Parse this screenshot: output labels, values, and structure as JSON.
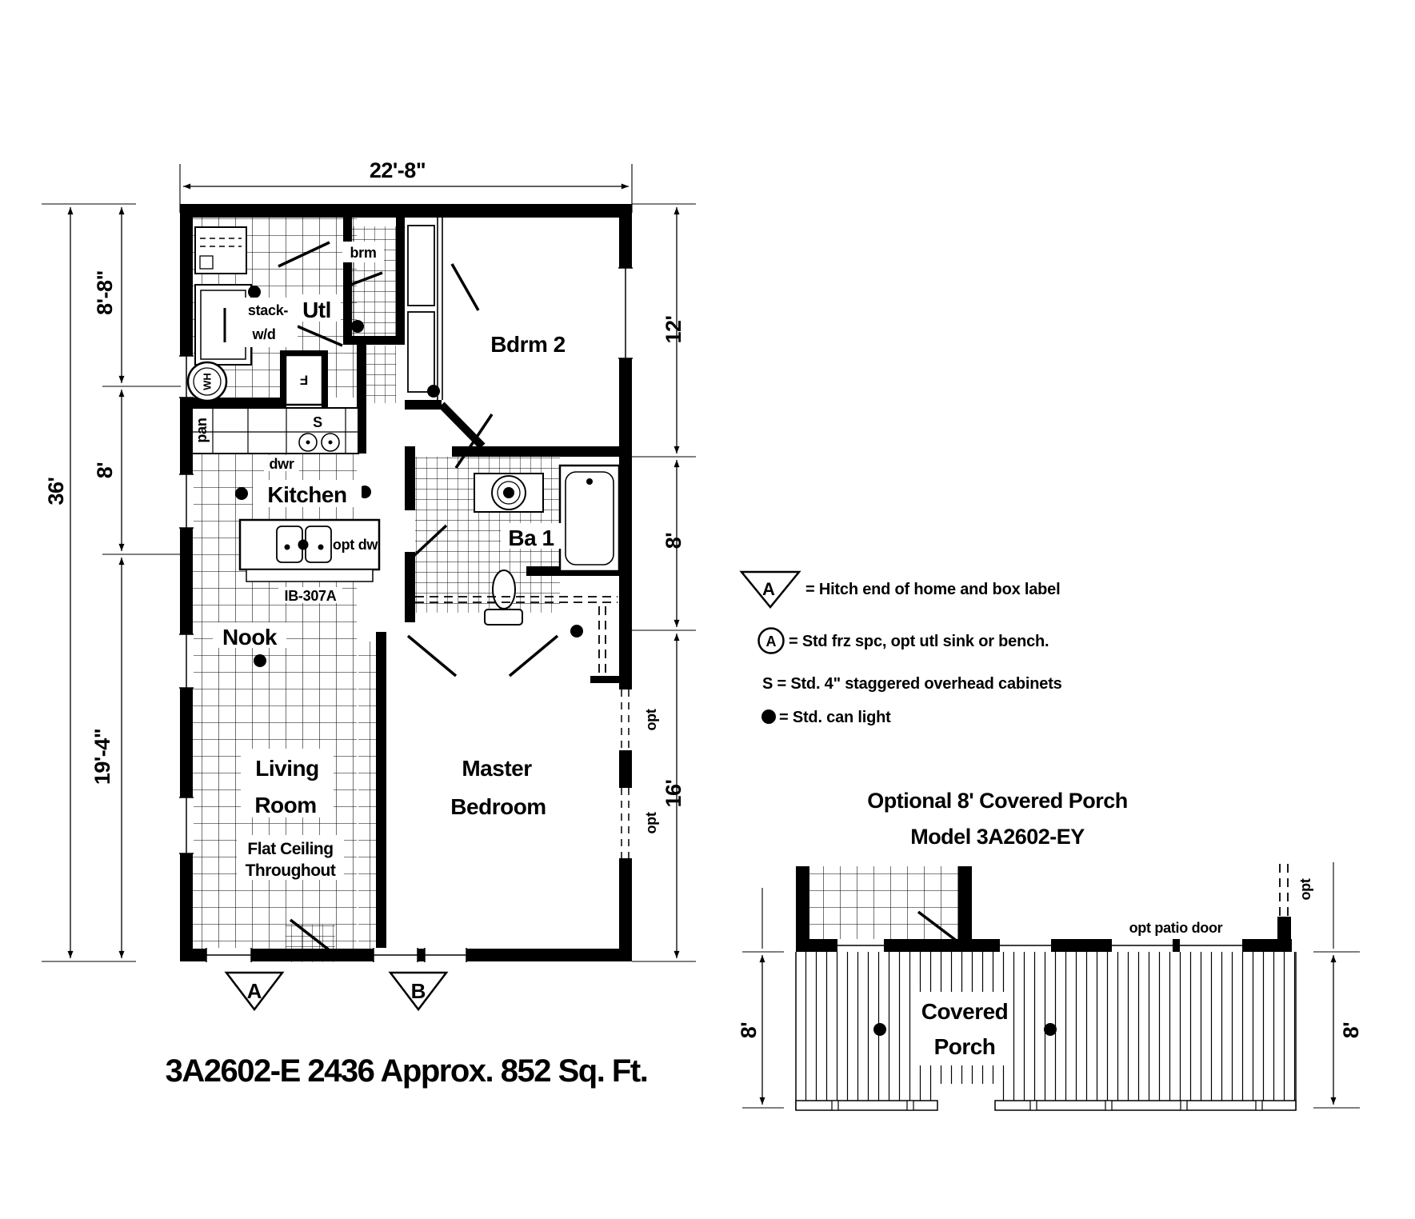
{
  "colors": {
    "ink": "#000000",
    "paper": "#ffffff"
  },
  "plan": {
    "title": "3A2602-E 2436 Approx. 852 Sq. Ft.",
    "dims": {
      "top": "22'-8\"",
      "left_total": "36'",
      "left_seg1": "8'-8\"",
      "left_seg2": "8'",
      "left_seg3": "19'-4\"",
      "right_seg1": "12'",
      "right_seg2": "8'",
      "right_seg3": "16'"
    },
    "rooms": {
      "utl": "Utl",
      "bdrm2": "Bdrm 2",
      "kitchen": "Kitchen",
      "ba1": "Ba 1",
      "nook": "Nook",
      "living1": "Living",
      "living2": "Room",
      "note1": "Flat Ceiling",
      "note2": "Throughout",
      "master1": "Master",
      "master2": "Bedroom"
    },
    "labels": {
      "brm": "brm",
      "stack": "stack-",
      "wd": "w/d",
      "pan": "pan",
      "dwr": "dwr",
      "s": "S",
      "opt_dw": "opt dw",
      "island": "IB-307A",
      "wh": "WH",
      "f": "F",
      "opt_win1": "opt",
      "opt_win2": "opt"
    },
    "markers": {
      "a": "A",
      "b": "B"
    }
  },
  "legend": {
    "hitch_symbol": "A",
    "hitch_text": "= Hitch end of home and box label",
    "frz_symbol": "A",
    "frz_text": "= Std frz spc, opt utl sink or bench.",
    "cab_text": "S = Std. 4\" staggered overhead cabinets",
    "can_text": "= Std. can light"
  },
  "porch": {
    "title1": "Optional 8' Covered Porch",
    "title2": "Model 3A2602-EY",
    "room1": "Covered",
    "room2": "Porch",
    "patio_door": "opt patio door",
    "opt_win": "opt",
    "dim_left": "8'",
    "dim_right": "8'"
  }
}
